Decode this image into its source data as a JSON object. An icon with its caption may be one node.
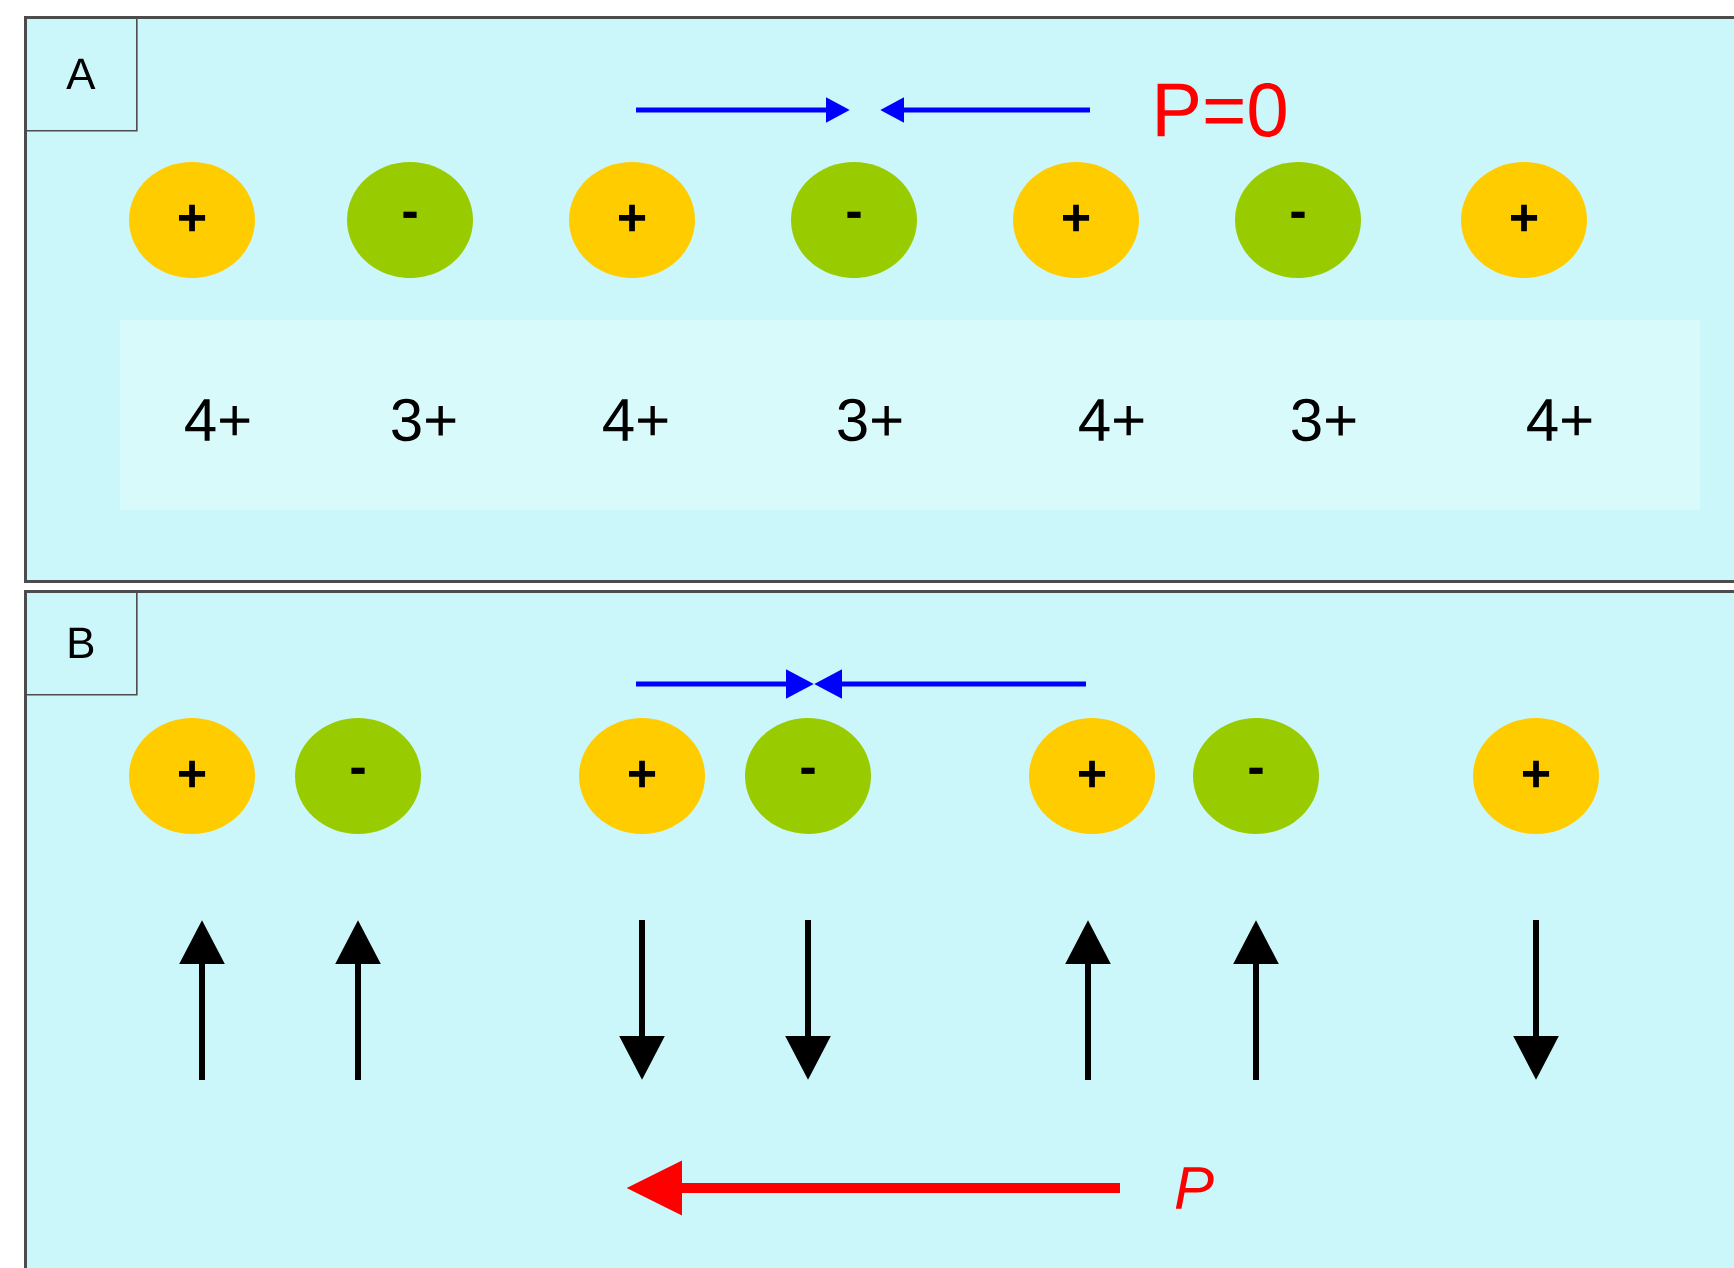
{
  "diagram": {
    "nodes": [
      {
        "text": [
          "A"
        ]
      },
      {
        "text": [
          "+"
        ],
        "in": 0
      },
      {
        "text": [
          "-"
        ],
        "in": 0
      },
      {
        "text": [
          "+"
        ],
        "in": 0
      },
      {
        "text": [
          "-"
        ],
        "in": 0
      },
      {
        "text": [
          "+"
        ],
        "in": 0
      },
      {
        "text": [
          "-"
        ],
        "in": 0
      },
      {
        "text": [
          "+"
        ],
        "in": 0
      },
      {
        "text": [
          "B"
        ]
      },
      {
        "text": [
          "+"
        ],
        "in": 8
      },
      {
        "text": [
          "-"
        ],
        "in": 8
      },
      {
        "text": [
          "+"
        ],
        "in": 8
      },
      {
        "text": [
          "-"
        ],
        "in": 8
      },
      {
        "text": [
          "+"
        ],
        "in": 8
      },
      {
        "text": [
          "-"
        ],
        "in": 8
      },
      {
        "text": [
          "+"
        ],
        "in": 8
      }
    ],
    "labels": [
      "P=0",
      "4+",
      "3+",
      "4+",
      "3+",
      "4+",
      "3+",
      "4+",
      "P"
    ]
  }
}
